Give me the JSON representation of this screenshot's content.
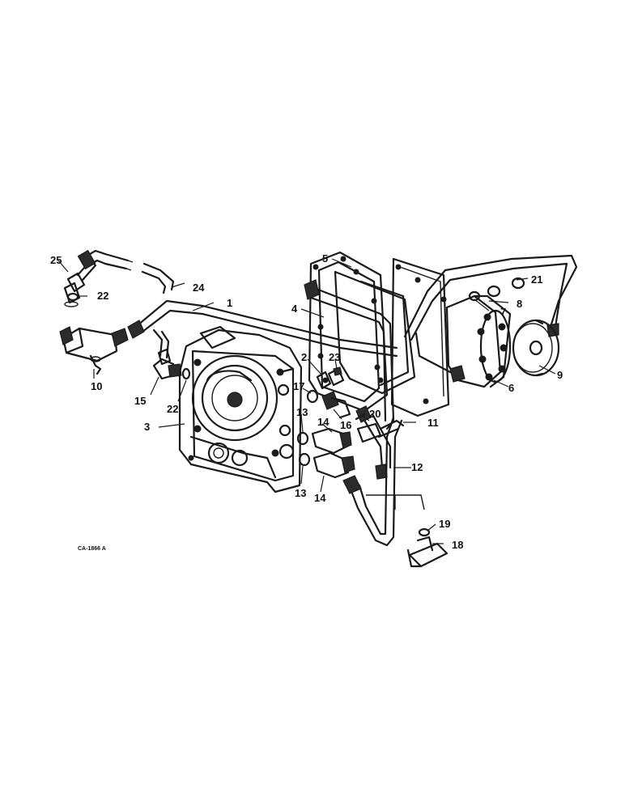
{
  "diagram": {
    "figure_code": "CA-1866 A",
    "callouts": [
      {
        "id": "c1",
        "text": "1"
      },
      {
        "id": "c2",
        "text": "2"
      },
      {
        "id": "c3",
        "text": "3"
      },
      {
        "id": "c4",
        "text": "4"
      },
      {
        "id": "c5",
        "text": "5"
      },
      {
        "id": "c6",
        "text": "6"
      },
      {
        "id": "c7",
        "text": "7"
      },
      {
        "id": "c8",
        "text": "8"
      },
      {
        "id": "c9",
        "text": "9"
      },
      {
        "id": "c10",
        "text": "10"
      },
      {
        "id": "c11",
        "text": "11"
      },
      {
        "id": "c12",
        "text": "12"
      },
      {
        "id": "c13a",
        "text": "13"
      },
      {
        "id": "c13b",
        "text": "13"
      },
      {
        "id": "c14a",
        "text": "14"
      },
      {
        "id": "c14b",
        "text": "14"
      },
      {
        "id": "c15",
        "text": "15"
      },
      {
        "id": "c16",
        "text": "16"
      },
      {
        "id": "c17",
        "text": "17"
      },
      {
        "id": "c18",
        "text": "18"
      },
      {
        "id": "c19",
        "text": "19"
      },
      {
        "id": "c20",
        "text": "20"
      },
      {
        "id": "c21",
        "text": "21"
      },
      {
        "id": "c22a",
        "text": "22"
      },
      {
        "id": "c22b",
        "text": "22"
      },
      {
        "id": "c23",
        "text": "23"
      },
      {
        "id": "c24",
        "text": "24"
      },
      {
        "id": "c25",
        "text": "25"
      }
    ]
  }
}
